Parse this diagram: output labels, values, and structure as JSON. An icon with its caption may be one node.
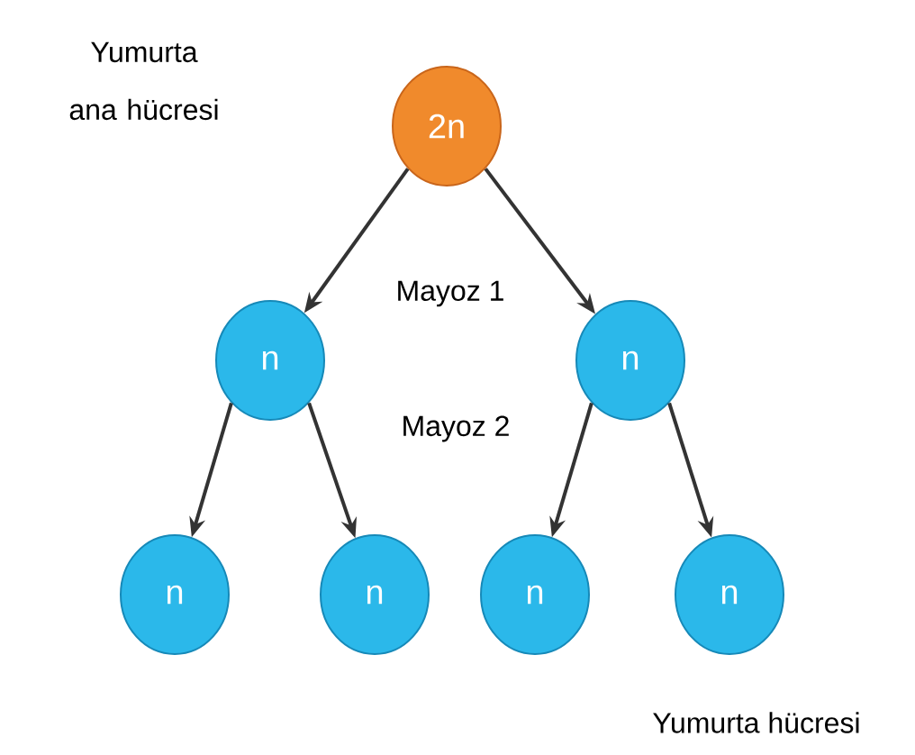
{
  "diagram": {
    "nodes": [
      {
        "text": [
          "2n"
        ]
      },
      {
        "text": [
          "n"
        ]
      },
      {
        "text": [
          "n"
        ]
      },
      {
        "text": [
          "n"
        ]
      },
      {
        "text": [
          "n"
        ]
      },
      {
        "text": [
          "n"
        ]
      },
      {
        "text": [
          "n"
        ]
      }
    ],
    "edges": [
      {
        "from": 0,
        "to": 1,
        "arrow": "to"
      },
      {
        "from": 0,
        "to": 2,
        "arrow": "to"
      },
      {
        "from": 1,
        "to": 3,
        "arrow": "to"
      },
      {
        "from": 1,
        "to": 4,
        "arrow": "to"
      },
      {
        "from": 2,
        "to": 5,
        "arrow": "to"
      },
      {
        "from": 2,
        "to": 6,
        "arrow": "to"
      }
    ],
    "labels": [
      "Yumurta ana hücresi",
      "Mayoz 1",
      "Mayoz 2",
      "Yumurta hücresi"
    ]
  }
}
